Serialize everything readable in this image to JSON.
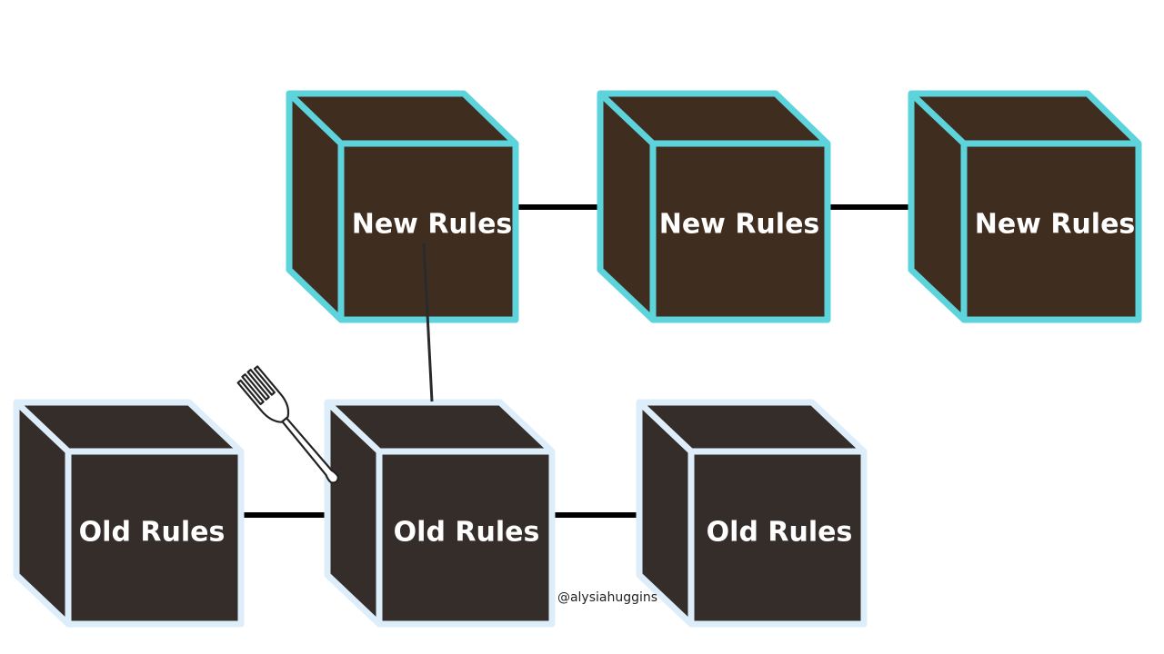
{
  "diagram": {
    "new_chain": {
      "blocks": [
        {
          "label": "New Rules"
        },
        {
          "label": "New Rules"
        },
        {
          "label": "New Rules"
        }
      ]
    },
    "old_chain": {
      "blocks": [
        {
          "label": "Old Rules"
        },
        {
          "label": "Old Rules"
        },
        {
          "label": "Old Rules"
        }
      ]
    },
    "fork_icon": "fork-icon",
    "credit": "@alysiahuggins"
  },
  "colors": {
    "new_block_fill": "#3f2d20",
    "new_block_outline": "#5dd3db",
    "old_block_fill": "#352d2a",
    "old_block_outline": "#ddeefa",
    "chain_link": "#000000",
    "fork_fill": "#ffffff",
    "fork_stroke": "#222222"
  }
}
